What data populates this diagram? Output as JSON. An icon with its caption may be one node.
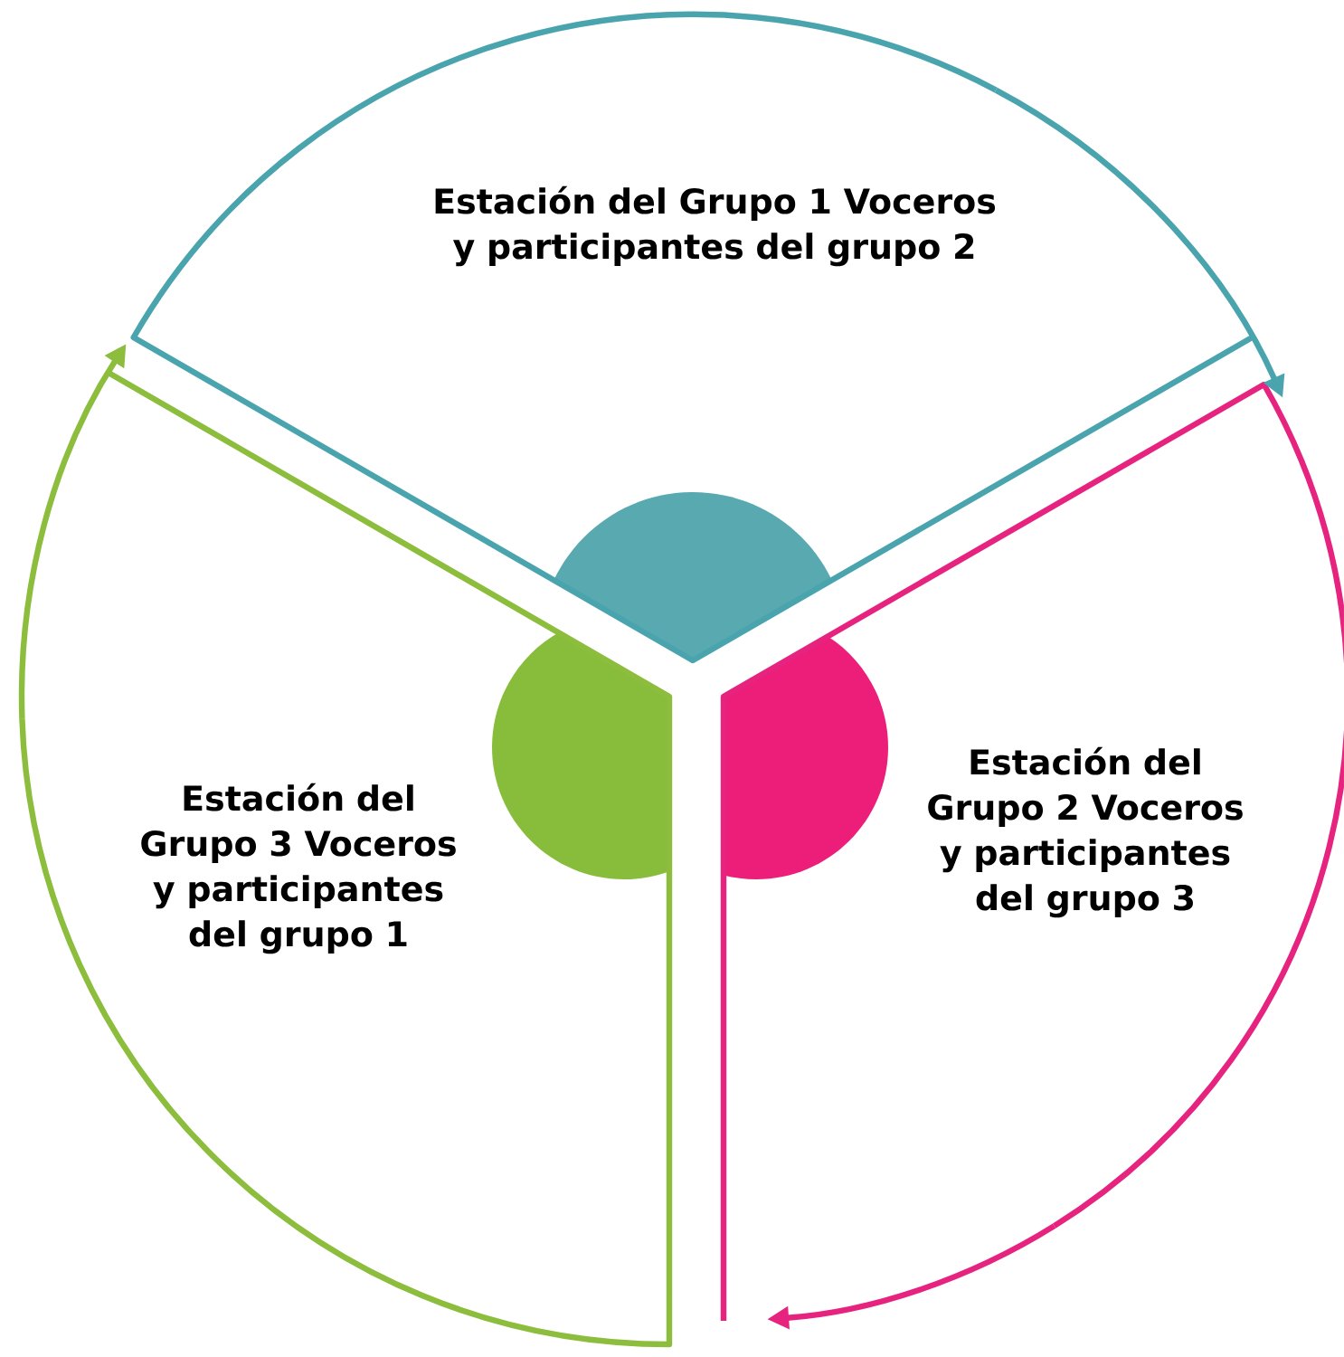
{
  "diagram": {
    "nodes": [
      {
        "text": [
          "Estación del Grupo 1 Voceros y participantes del grupo 2"
        ]
      },
      {
        "text": [
          "Estación del Grupo 3 Voceros y participantes del grupo 1"
        ]
      },
      {
        "text": [
          "Estación del Grupo 2 Voceros y participantes del grupo 3"
        ]
      }
    ],
    "edges": [
      {
        "from": 0,
        "to": 2,
        "arrow": "to",
        "color": "#4aa4ae"
      },
      {
        "from": 2,
        "to": 1,
        "arrow": "to",
        "color": "#e6247f"
      },
      {
        "from": 1,
        "to": 0,
        "arrow": "to",
        "color": "#8cbd3d"
      }
    ]
  }
}
